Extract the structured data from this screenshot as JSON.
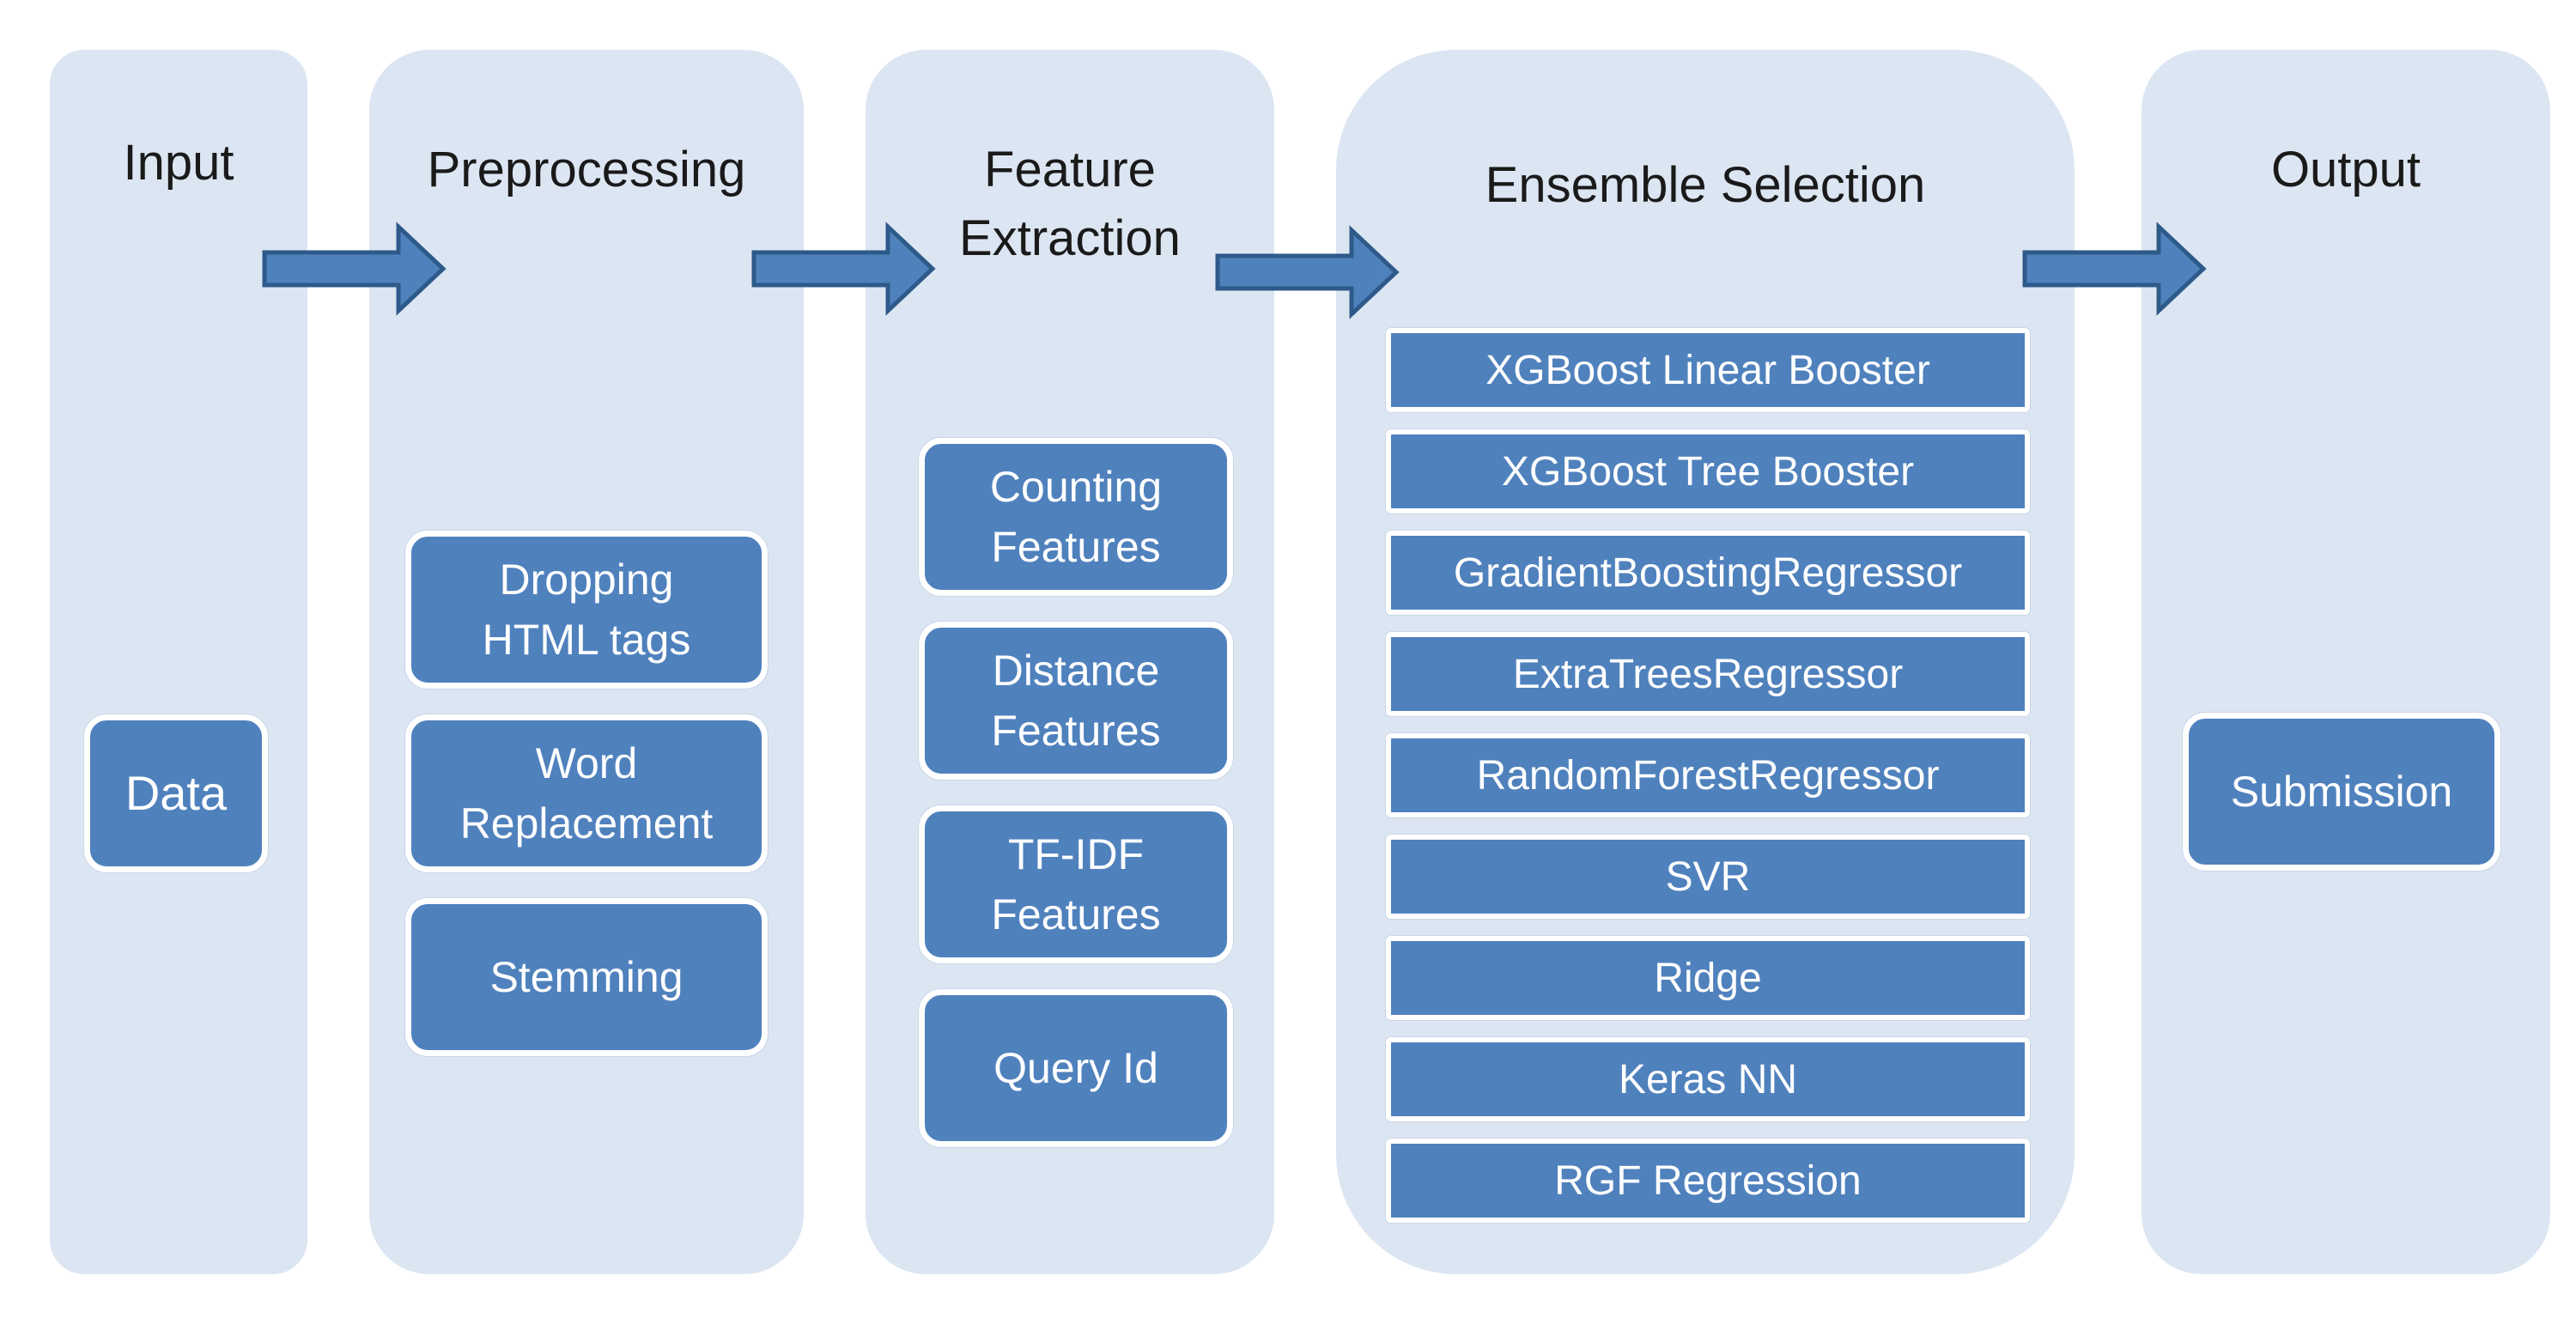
{
  "colors": {
    "lane": "#dce6f2",
    "box": "#4f81bd",
    "arrow": "#4f81bd",
    "arrow_stroke": "#2e5a8a"
  },
  "lanes": {
    "input": {
      "title": "Input",
      "items": [
        "Data"
      ]
    },
    "preprocessing": {
      "title": "Preprocessing",
      "items": [
        "Dropping\nHTML tags",
        "Word\nReplacement",
        "Stemming"
      ]
    },
    "feature_extraction": {
      "title": "Feature\nExtraction",
      "items": [
        "Counting\nFeatures",
        "Distance\nFeatures",
        "TF-IDF\nFeatures",
        "Query Id"
      ]
    },
    "ensemble_selection": {
      "title": "Ensemble Selection",
      "items": [
        "XGBoost  Linear Booster",
        "XGBoost Tree Booster",
        "GradientBoostingRegressor",
        "ExtraTreesRegressor",
        "RandomForestRegressor",
        "SVR",
        "Ridge",
        "Keras NN",
        "RGF Regression"
      ]
    },
    "output": {
      "title": "Output",
      "items": [
        "Submission"
      ]
    }
  },
  "arrows": [
    "right-arrow-icon",
    "right-arrow-icon",
    "right-arrow-icon",
    "right-arrow-icon"
  ]
}
